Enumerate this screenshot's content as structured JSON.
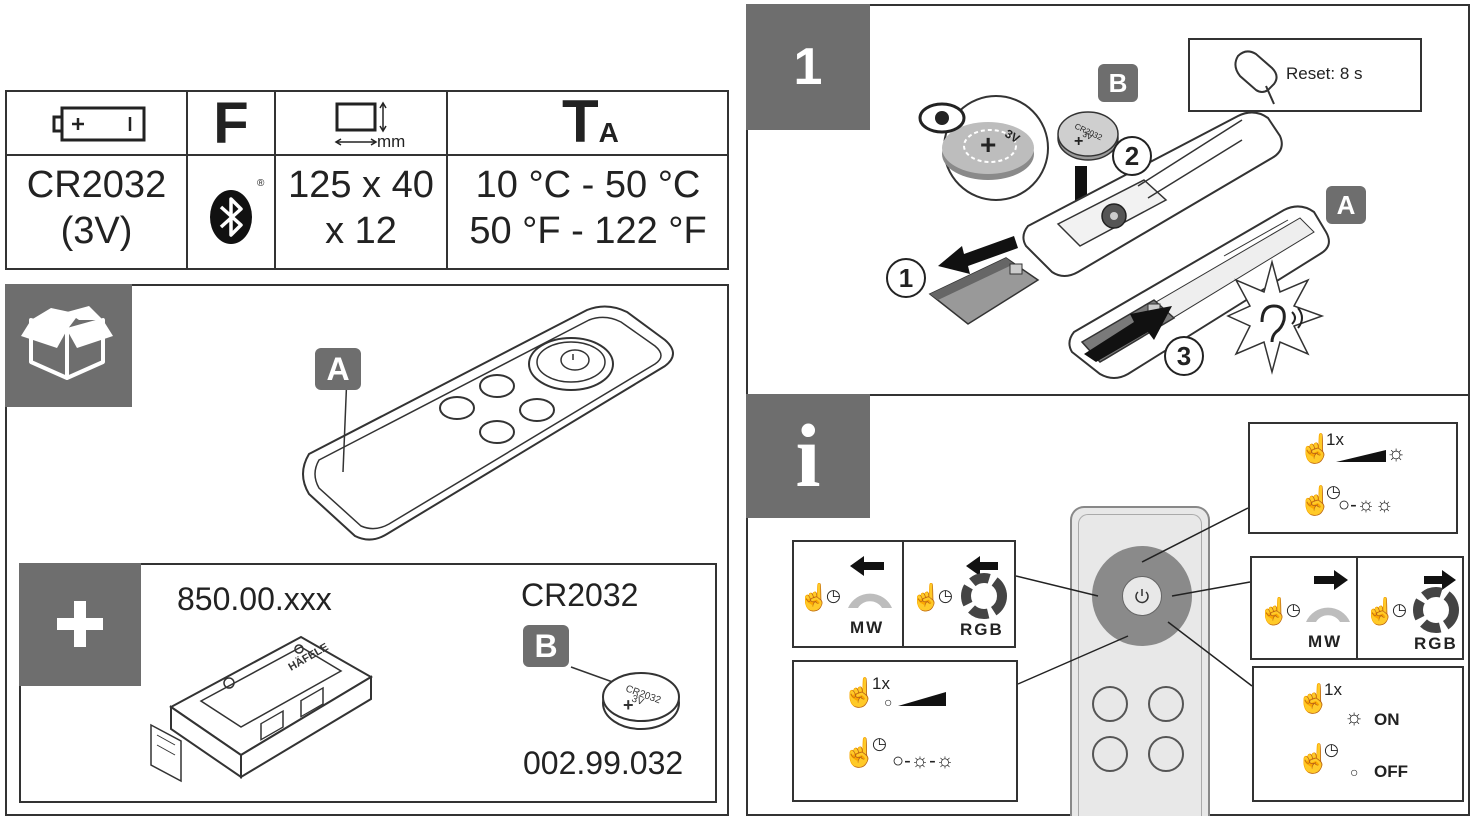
{
  "specs": {
    "battery": {
      "line1": "CR2032",
      "line2": "(3V)"
    },
    "frequency_symbol": "F",
    "dimensions": {
      "unit": "mm",
      "line1": "125 x 40",
      "line2": "x 12"
    },
    "ambient": {
      "symbol_main": "T",
      "symbol_sub": "A",
      "line1": "10 °C - 50 °C",
      "line2": "50 °F - 122 °F"
    },
    "bluetooth_reg": "®"
  },
  "contents": {
    "remote_label": "A",
    "extra": {
      "receiver_code": "850.00.xxx",
      "receiver_brand": "HÄFELE",
      "battery_type": "CR2032",
      "battery_label": "B",
      "battery_code": "002.99.032",
      "coin_text1": "CR2032",
      "coin_text2": "3V"
    }
  },
  "step1": {
    "number": "1",
    "reset": "Reset: 8 s",
    "label_a": "A",
    "label_b": "B",
    "steps": [
      "1",
      "2",
      "3"
    ],
    "battery_text1": "CR2032",
    "battery_text2": "3V",
    "zoom_text": "3V"
  },
  "info": {
    "symbol": "i",
    "press_1x": "1x",
    "mw": "MW",
    "rgb": "RGB",
    "on": "ON",
    "off": "OFF"
  },
  "colors": {
    "panel_gray": "#6e6e6e",
    "remote_gray": "#e8e8e8",
    "ring_gray": "#8a8a8a"
  }
}
